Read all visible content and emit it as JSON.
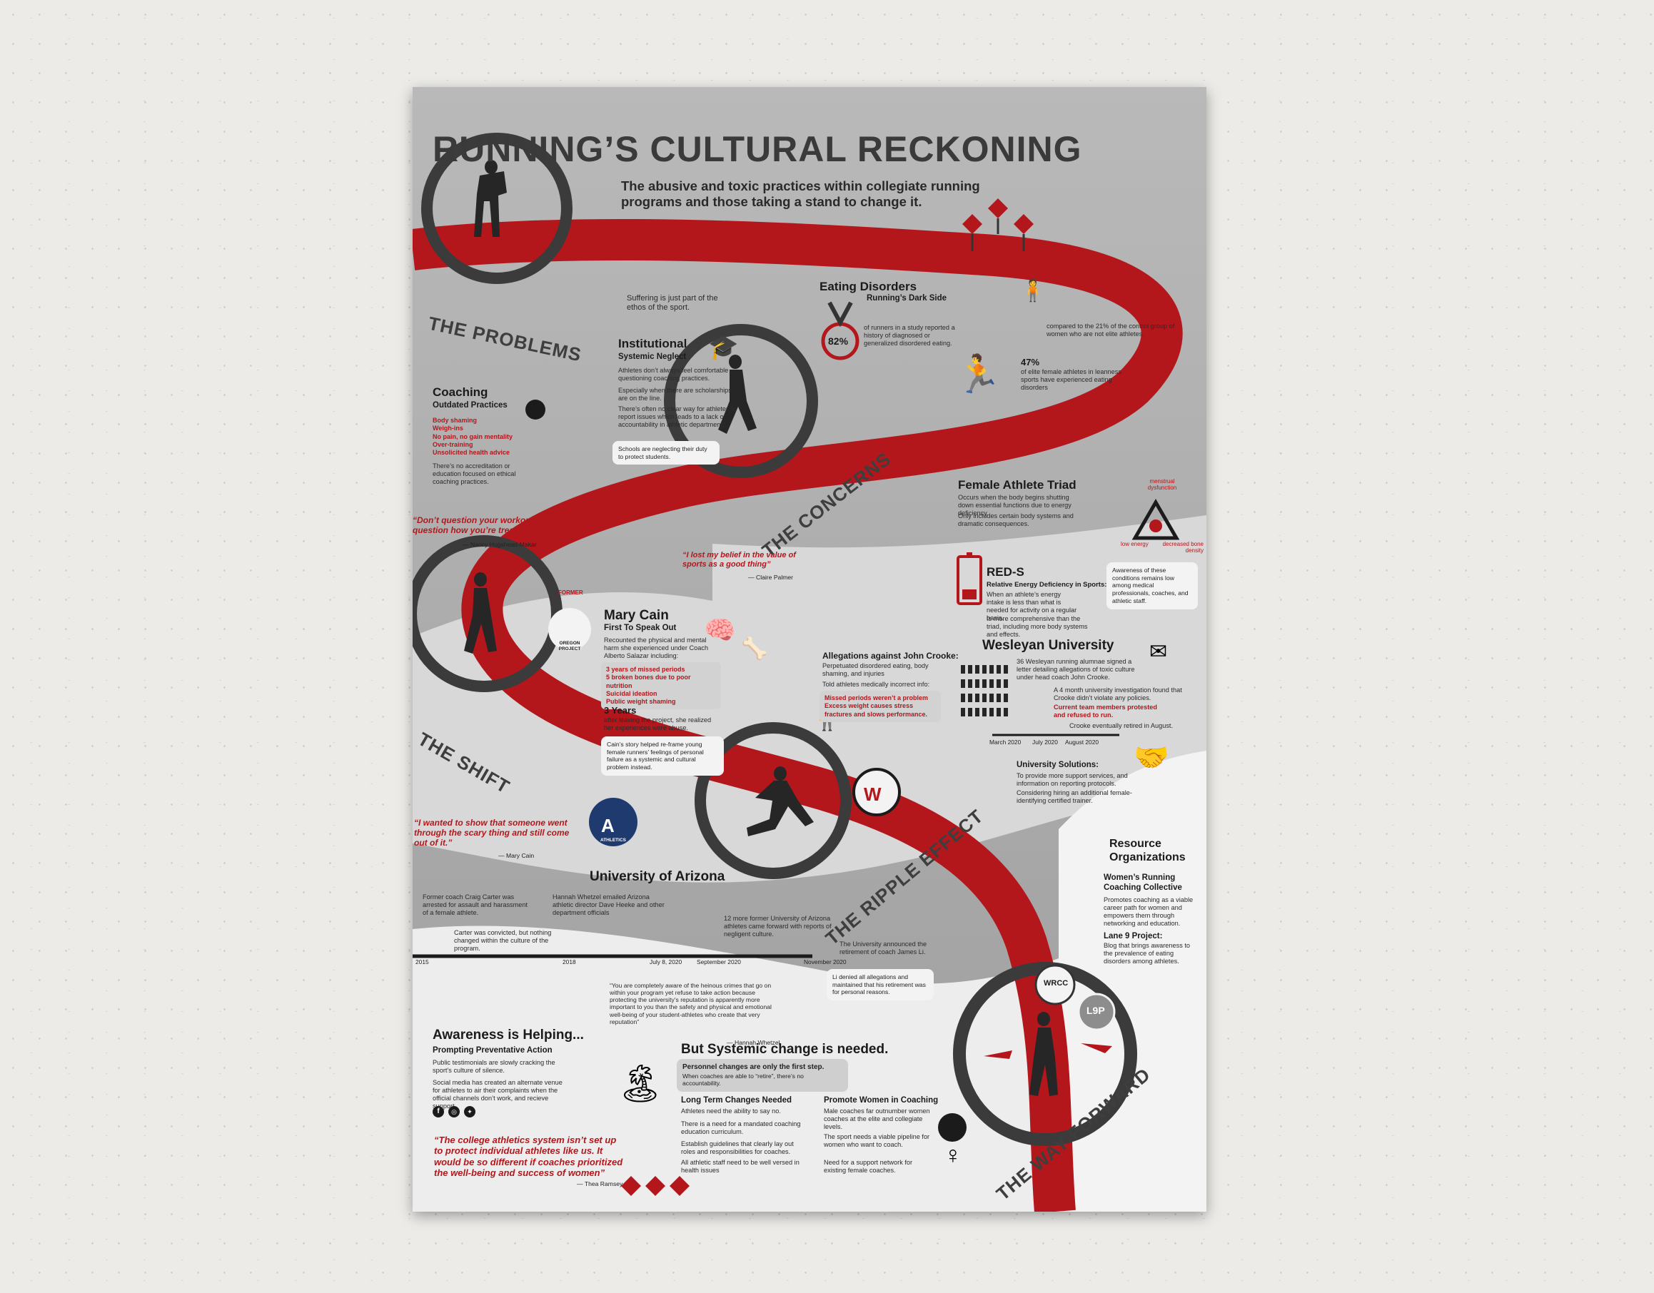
{
  "title": "RUNNING’S CULTURAL RECKONING",
  "subtitle": "The abusive and toxic practices within collegiate running programs and those taking a stand to change it.",
  "sections": {
    "problems": "THE PROBLEMS",
    "concerns": "THE CONCERNS",
    "shift": "THE SHIFT",
    "ripple": "THE RIPPLE EFFECT",
    "way_forward": "THE WAY FORWARD"
  },
  "problems": {
    "suffering": "Suffering is just part of the ethos of the sport.",
    "institutional_title": "Institutional",
    "institutional_sub": "Systemic Neglect",
    "inst_p1": "Athletes don’t always feel comfortable questioning coaching practices.",
    "inst_p2": "Especially when there are scholarships are on the line.",
    "inst_p3": "There’s often no clear way for athletes to report issues which leads to a lack of accountability in athletic departments.",
    "inst_box": "Schools are neglecting their duty to protect students.",
    "coaching_title": "Coaching",
    "coaching_sub": "Outdated Practices",
    "coaching_list": [
      "Body shaming",
      "Weigh-ins",
      "No pain, no gain mentality",
      "Over-training",
      "Unsolicited health advice"
    ],
    "coaching_p": "There’s no accreditation or education focused on ethical coaching practices.",
    "quote": "“Don’t question your workouts. Don’t question how you’re treated.”",
    "quote_by": "— Nancy Hogshead-Makar"
  },
  "concerns": {
    "ed_title": "Eating Disorders",
    "ed_sub": "Running’s Dark Side",
    "ed_pct": "82%",
    "ed_p": "of runners in a study reported a history of diagnosed or generalized disordered eating.",
    "cmp_p": "compared to the 21% of the control group of women who are not elite athletes.",
    "elite_pct": "47%",
    "elite_p": "of elite female athletes in leanness sports have experienced eating disorders",
    "triad_title": "Female Athlete Triad",
    "triad_p1": "Occurs when the body begins shutting down essential functions due to energy deficiency.",
    "triad_p2": "Only includes certain body systems and dramatic consequences.",
    "tri_top": "menstrual dysfunction",
    "tri_left": "low energy",
    "tri_right": "decreased bone density",
    "reds_title": "RED-S",
    "reds_sub": "Relative Energy Deficiency in Sports:",
    "reds_p1": "When an athlete’s energy intake is less than what is needed for activity on a regular basis.",
    "reds_p2": "Is more comprehensive than the triad, including more body systems and effects.",
    "aware_box": "Awareness of these conditions remains low among medical professionals, coaches, and athletic staff.",
    "quote": "“I lost my belief in the value of sports as a good thing”",
    "quote_by": "— Claire Palmer"
  },
  "shift": {
    "former": "FORMER",
    "oregon": "OREGON PROJECT",
    "name": "Mary Cain",
    "name_sub": "First To Speak Out",
    "p1": "Recounted the physical and mental harm she experienced under Coach Alberto Salazar including:",
    "list": [
      "3 years of missed periods",
      "5 broken bones due to poor nutrition",
      "Suicidal ideation",
      "Public weight shaming"
    ],
    "years": "3 Years",
    "years_p": "after leaving the project, she realized her experiences were abuse.",
    "box": "Cain’s story helped re-frame young female runners’ feelings of personal failure as a systemic and cultural problem instead.",
    "quote": "“I wanted to show that someone went through the scary thing and still come out of it.”",
    "quote_by": "— Mary Cain"
  },
  "crooke": {
    "title": "Allegations against John Crooke:",
    "p1": "Perpetuated disordered eating, body shaming, and injuries",
    "p2": "Told athletes medically incorrect info:",
    "list": [
      "Missed periods weren’t a problem",
      "Excess weight causes stress fractures and slows performance."
    ]
  },
  "wesleyan": {
    "title": "Wesleyan University",
    "p1": "36 Wesleyan running alumnae signed a letter detailing allegations of toxic culture under head coach John Crooke.",
    "p2": "A 4 month university investigation found that Crooke didn’t violate any policies.",
    "p2_red": "Current team members protested and refused to run.",
    "p3": "Crooke eventually retired in August.",
    "dates": [
      "March 2020",
      "July 2020",
      "August 2020"
    ],
    "sol_title": "University Solutions:",
    "sol_p1": "To provide more support services, and information on reporting protocols.",
    "sol_p2": "Considering hiring an additional female-identifying certified trainer."
  },
  "arizona": {
    "title": "University of Arizona",
    "athletics": "ATHLETICS",
    "e1": "Former coach Craig Carter was arrested for assault and harassment of a female athlete.",
    "e2": "Carter was convicted, but nothing changed within the culture of the program.",
    "e3": "Hannah Whetzel emailed Arizona athletic director Dave Heeke and other department officials",
    "e4": "12 more former University of Arizona athletes came forward with reports of negligent culture.",
    "e5": "The University announced the retirement of coach James Li.",
    "e6": "Li denied all allegations and maintained that his retirement was for personal reasons.",
    "years": [
      "2015",
      "2018",
      "July 8, 2020",
      "September 2020",
      "November 2020"
    ],
    "quote": "“You are completely aware of the heinous crimes that go on within your program yet refuse to take action because protecting the university’s reputation is apparently more important to you than the safety and physical and emotional well-being of your student-athletes who create that very reputation”",
    "quote_by": "— Hannah Whetzel"
  },
  "resources": {
    "title": "Resource Organizations",
    "wrcc_title": "Women’s Running Coaching Collective",
    "wrcc_p": "Promotes coaching as a viable career path for women and empowers them through networking and education.",
    "lane9_title": "Lane 9 Project:",
    "lane9_p": "Blog that brings awareness to the prevalence of eating disorders among athletes.",
    "wrcc_logo": "WRCC",
    "l9p_logo": "L9P"
  },
  "awareness": {
    "title": "Awareness is Helping...",
    "sub": "Prompting Preventative Action",
    "p1": "Public testimonials are slowly cracking the sport’s culture of silence.",
    "p2": "Social media has created an alternate venue for athletes to air their complaints when the official channels don’t work, and recieve support.",
    "quote": "“The college athletics system isn’t set up to protect individual athletes like us. It would be so different if coaches prioritized the well-being and success of women”",
    "quote_by": "— Thea Ramsey"
  },
  "systemic": {
    "title": "But Systemic change is needed.",
    "box_h": "Personnel changes are only the first step.",
    "box_p": "When coaches are able to “retire”, there’s no accountability.",
    "lt_title": "Long Term Changes Needed",
    "lt_p1": "Athletes need the ability to say no.",
    "lt_p2": "There is a need for a mandated coaching education curriculum.",
    "lt_p3": "Establish guidelines that clearly lay out roles and responsibilities for coaches.",
    "lt_p4": "All athletic staff need to be well versed in health issues",
    "pw_title": "Promote Women in Coaching",
    "pw_p1": "Male coaches far outnumber women coaches at the elite and collegiate levels.",
    "pw_p2": "The sport needs a viable pipeline for women who want to coach.",
    "pw_p3": "Need for a support network for existing female coaches."
  },
  "colors": {
    "accent": "#b3171c",
    "dark": "#1b1b1b",
    "paper": "#a9a9a9"
  }
}
